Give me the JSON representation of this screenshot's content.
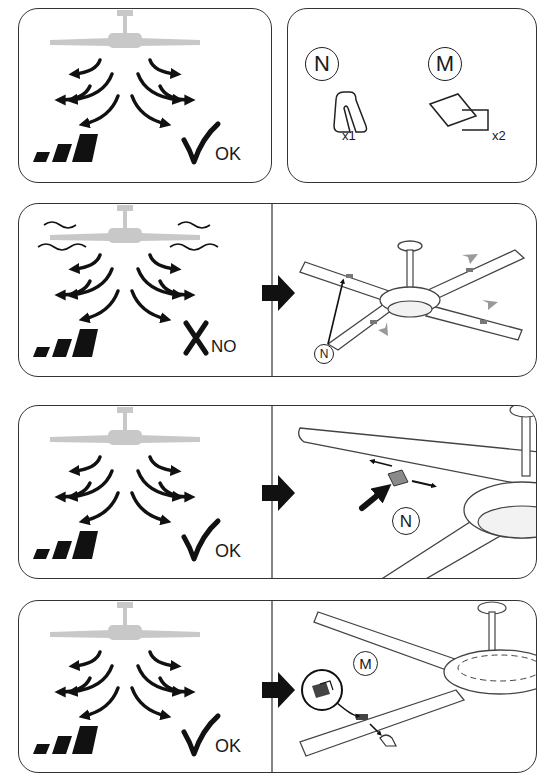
{
  "diagram": {
    "nodes": [
      {
        "text": [
          "OK"
        ]
      },
      {
        "text": [
          "x1",
          "x2"
        ]
      },
      {
        "text": [
          "N"
        ],
        "in": 1
      },
      {
        "text": [
          "M"
        ],
        "in": 1
      },
      {
        "text": [
          "NO"
        ]
      },
      {
        "text": [
          "N"
        ],
        "in": 4
      },
      {
        "text": [
          "OK"
        ]
      },
      {
        "text": [
          "N"
        ],
        "in": 6
      },
      {
        "text": [
          "OK"
        ]
      },
      {
        "text": [
          "M"
        ],
        "in": 8
      }
    ]
  }
}
